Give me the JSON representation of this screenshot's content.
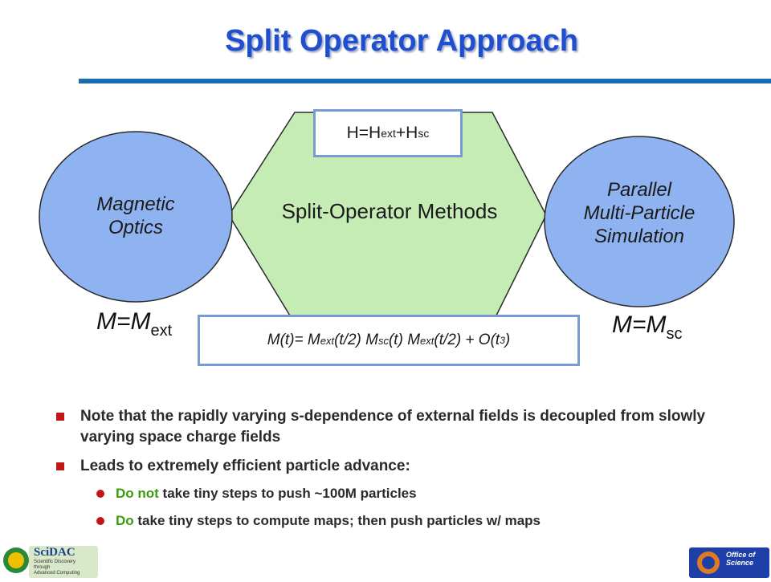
{
  "slide": {
    "title": "Split Operator Approach"
  },
  "diagram": {
    "left_ellipse": {
      "line1": "Magnetic",
      "line2": "Optics"
    },
    "right_ellipse": {
      "line1": "Parallel",
      "line2": "Multi-Particle",
      "line3": "Simulation"
    },
    "center_label": "Split-Operator Methods",
    "hamiltonian": {
      "H": "H=H",
      "ext": "ext",
      "plus": "+H",
      "sc": "sc"
    },
    "left_map": {
      "main": "M=M",
      "sub": "ext"
    },
    "right_map": {
      "main": "M=M",
      "sub": "sc"
    },
    "formula": {
      "p1": "M(t)= M",
      "s1": "ext",
      "p2": "(t/2) M",
      "s2": "sc",
      "p3": "(t) M",
      "s3": "ext",
      "p4": "(t/2) + O(t",
      "sup": "3",
      "p5": ")"
    }
  },
  "bullets": {
    "item1": "Note that the rapidly varying s-dependence of external fields is decoupled from slowly varying space charge fields",
    "item2": "Leads to extremely efficient particle advance:",
    "sub1": {
      "highlight": "Do not",
      "rest": " take tiny steps to push ~100M particles"
    },
    "sub2": {
      "highlight": "Do",
      "rest": " take tiny steps to compute maps; then push particles w/ maps"
    }
  },
  "logos": {
    "left": {
      "name": "SciDAC",
      "tagline1": "Scientific Discovery",
      "tagline2": "through",
      "tagline3": "Advanced Computing"
    },
    "right": {
      "line1": "Office of",
      "line2": "Science"
    }
  },
  "colors": {
    "title": "#1f4fd0",
    "rule": "#1a6cb0",
    "ellipse_fill": "#8fb3f0",
    "arrow_fill": "#c6ecb6",
    "bullet_marker": "#c0171b",
    "highlight_green": "#3a9a10"
  }
}
